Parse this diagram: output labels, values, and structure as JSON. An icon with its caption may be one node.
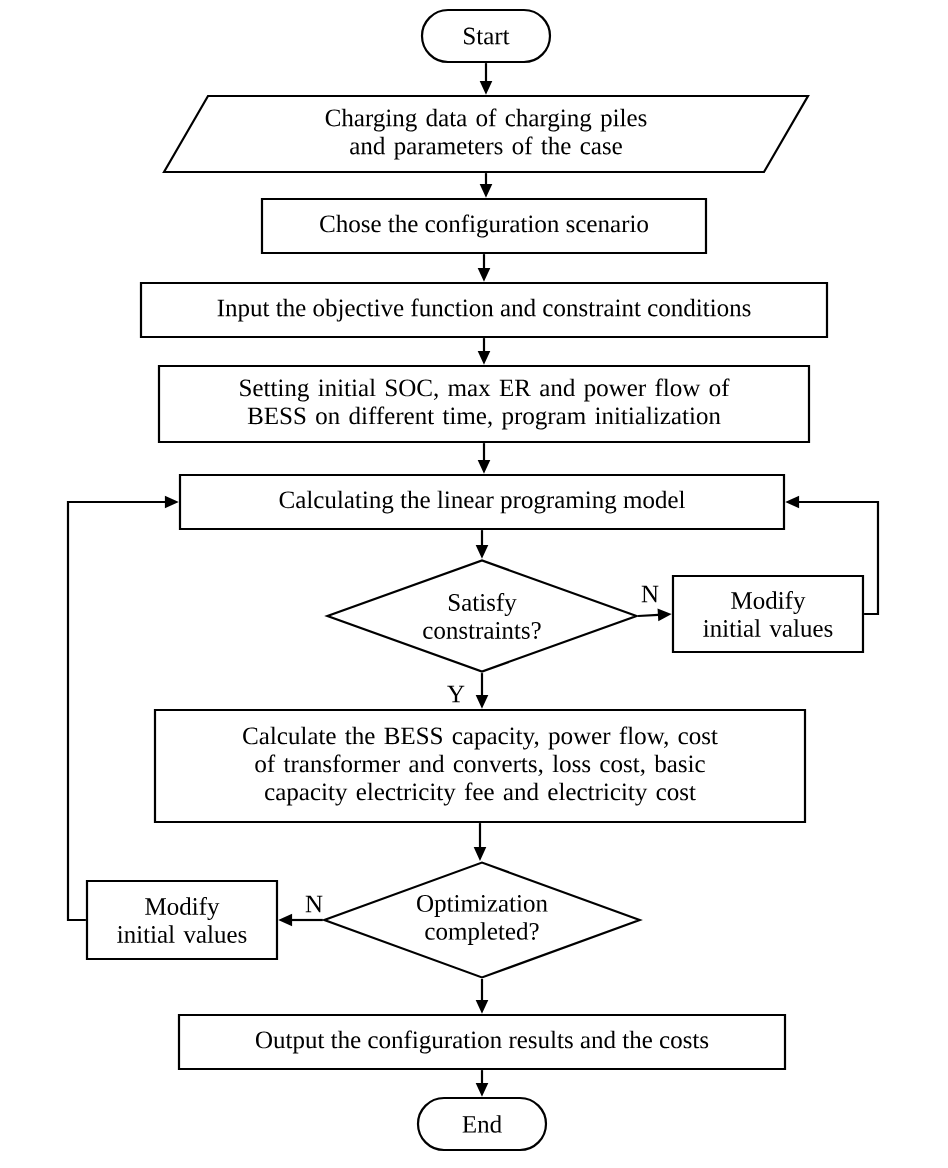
{
  "diagram": {
    "nodes": [
      {
        "text": [
          "Start"
        ]
      },
      {
        "text": [
          "Charging data of charging piles and parameters of the case"
        ]
      },
      {
        "text": [
          "Chose the configuration scenario"
        ]
      },
      {
        "text": [
          "Input the objective function  and constraint conditions"
        ]
      },
      {
        "text": [
          "Setting initial SOC, max ER and power flow of BESS on different time, program initialization"
        ]
      },
      {
        "text": [
          "Calculating the linear programing model"
        ]
      },
      {
        "text": [
          "Satisfy constraints?"
        ]
      },
      {
        "text": [
          "Modify initial values"
        ]
      },
      {
        "text": [
          "Calculate the BESS capacity, power flow, cost of transformer and converts, loss cost, basic capacity electricity fee and electricity cost"
        ]
      },
      {
        "text": [
          "Optimization completed?"
        ]
      },
      {
        "text": [
          "Modify initial values"
        ]
      },
      {
        "text": [
          "Output the configuration results and the costs"
        ]
      },
      {
        "text": [
          "End"
        ]
      }
    ],
    "edges": [
      {
        "from": 0,
        "to": 1,
        "arrow": "to"
      },
      {
        "from": 1,
        "to": 2,
        "arrow": "to"
      },
      {
        "from": 2,
        "to": 3,
        "arrow": "to"
      },
      {
        "from": 3,
        "to": 4,
        "arrow": "to"
      },
      {
        "from": 4,
        "to": 5,
        "arrow": "to"
      },
      {
        "from": 5,
        "to": 6,
        "arrow": "to"
      },
      {
        "from": 6,
        "to": 7,
        "arrow": "to",
        "label": "N"
      },
      {
        "from": 7,
        "to": 5,
        "arrow": "to"
      },
      {
        "from": 6,
        "to": 8,
        "arrow": "to",
        "label": "Y"
      },
      {
        "from": 8,
        "to": 9,
        "arrow": "to"
      },
      {
        "from": 9,
        "to": 10,
        "arrow": "to",
        "label": "N"
      },
      {
        "from": 10,
        "to": 5,
        "arrow": "to"
      },
      {
        "from": 9,
        "to": 11,
        "arrow": "to"
      },
      {
        "from": 11,
        "to": 12,
        "arrow": "to"
      }
    ]
  }
}
